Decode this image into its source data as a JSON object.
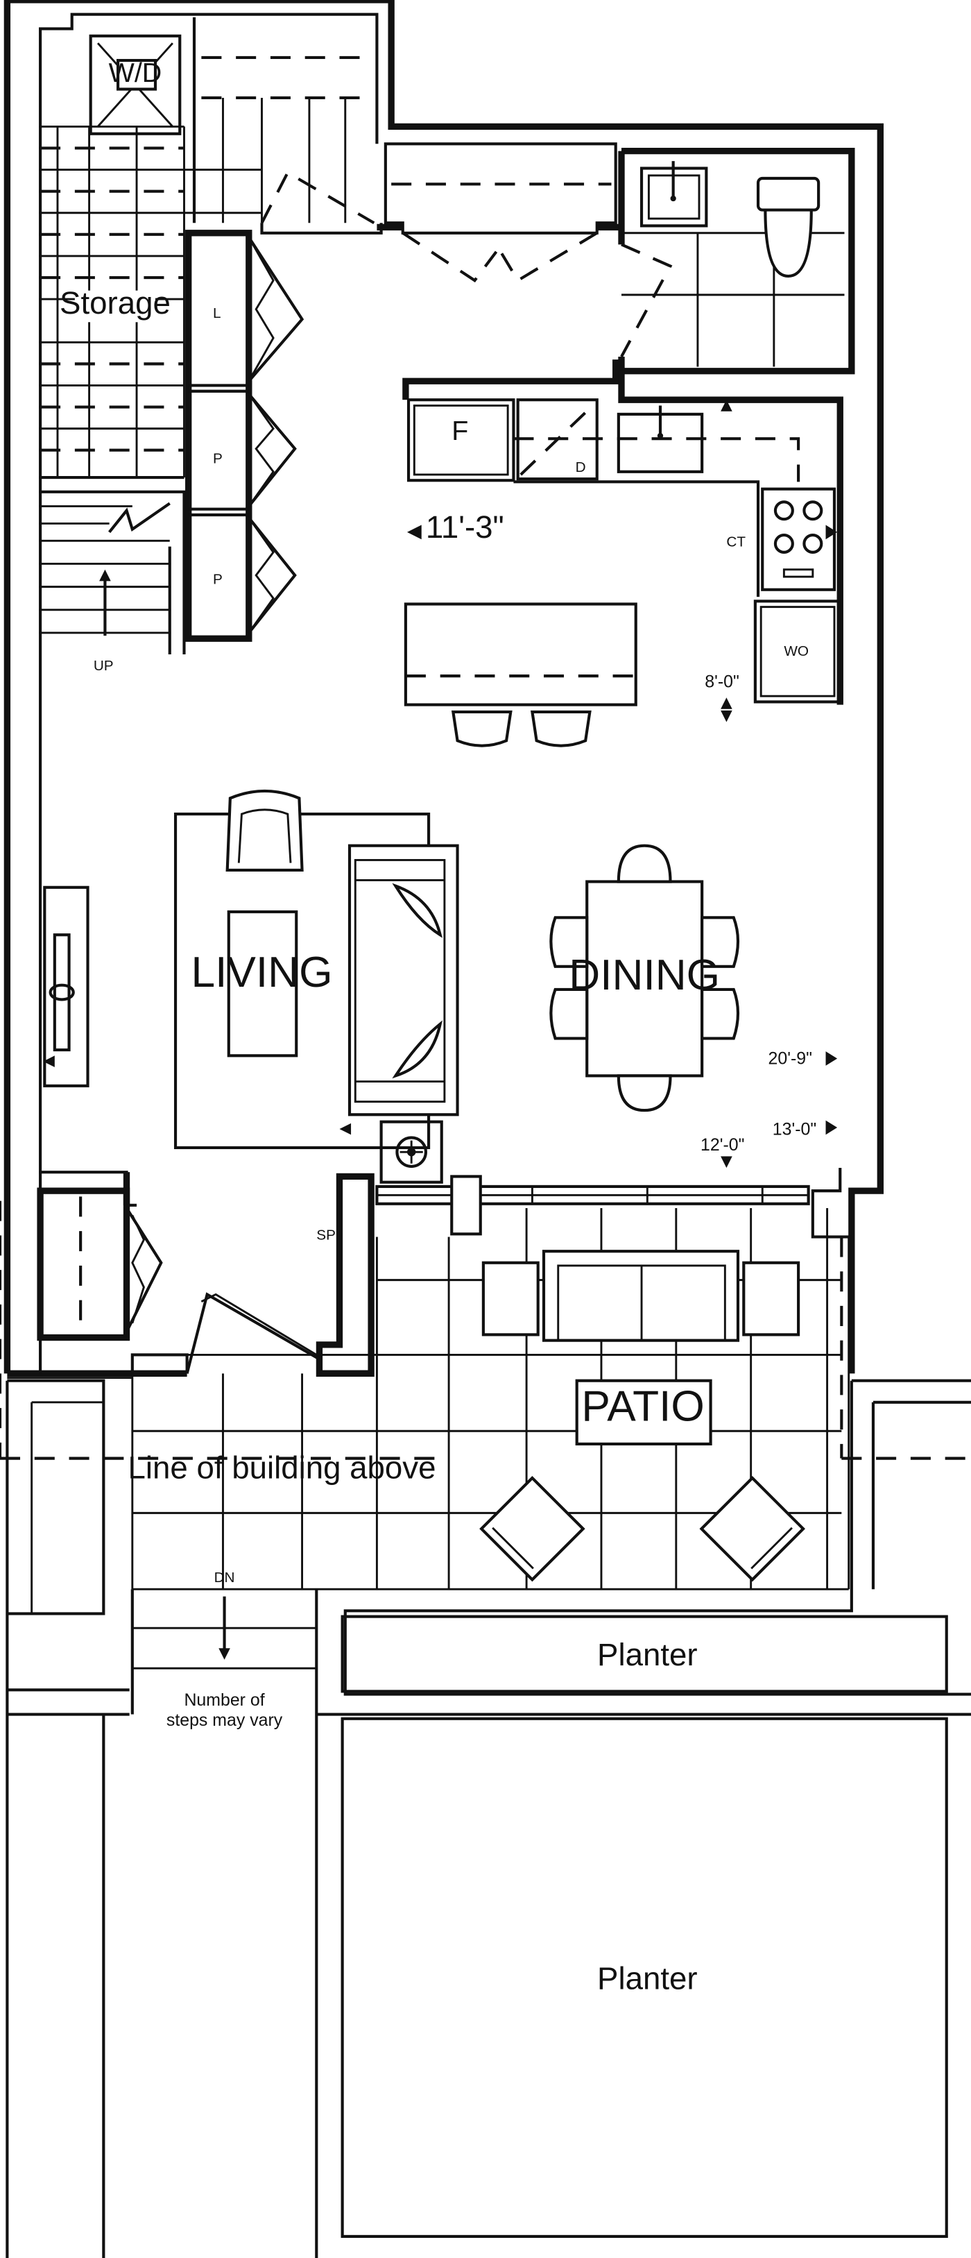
{
  "labels": {
    "wd": "W/D",
    "storage": "Storage",
    "linen": "L",
    "pantry1": "P",
    "pantry2": "P",
    "up": "UP",
    "fridge": "F",
    "dishwasher": "D",
    "cooktop": "CT",
    "wall_oven": "WO",
    "living": "LIVING",
    "dining": "DINING",
    "patio": "PATIO",
    "sump_pump": "SP",
    "building_line": "Line of building above",
    "down": "DN",
    "steps_note_1": "Number of",
    "steps_note_2": "steps may vary",
    "planter_small": "Planter",
    "planter_large": "Planter"
  },
  "dimensions": {
    "kitchen_width": "11'-3\"",
    "kitchen_depth": "8'-0\"",
    "dining_length": "20'-9\"",
    "living_width": "13'-0\"",
    "dining_width": "12'-0\""
  }
}
